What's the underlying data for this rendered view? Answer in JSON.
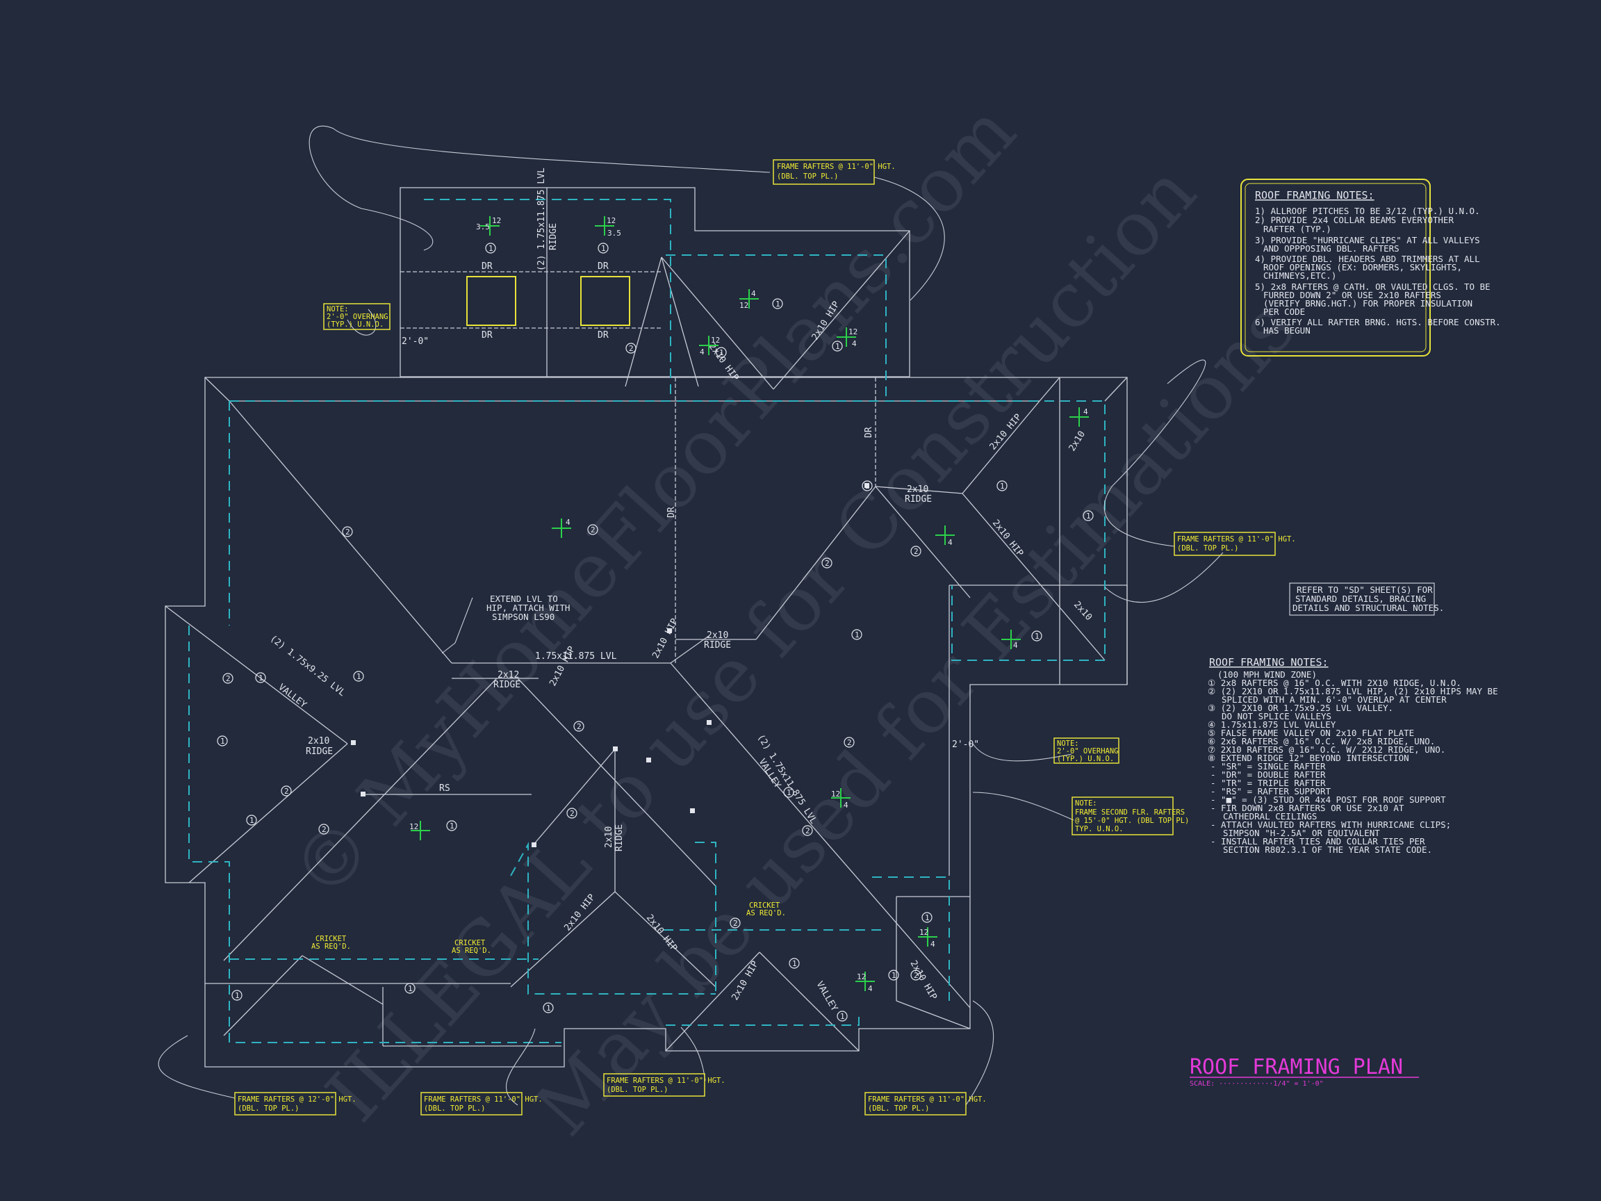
{
  "watermarks": [
    "© MyHomeFloorPlans.com",
    "ILLEGAL to use for Construction",
    "May be used for Estimations"
  ],
  "plan": {
    "title": "ROOF FRAMING PLAN",
    "scale": "SCALE: ·············1/4\" = 1'-0\""
  },
  "notes_box": {
    "title": "ROOF FRAMING NOTES:",
    "lines": [
      "1) ALLROOF PITCHES TO BE 3/12 (TYP.) U.N.O.",
      "2) PROVIDE 2x4 COLLAR BEAMS EVERYOTHER",
      "RAFTER (TYP.)",
      "3) PROVIDE \"HURRICANE CLIPS\" AT ALL VALLEYS",
      "AND OPPPOSING DBL. RAFTERS",
      "4) PROVIDE DBL. HEADERS ABD TRIMMERS AT ALL",
      "ROOF OPENINGS (EX: DORMERS, SKYLIGHTS,",
      "CHIMNEYS,ETC.)",
      "5) 2x8 RAFTERS @ CATH. OR VAULTED CLGS. TO BE",
      "FURRED DOWN 2\" OR USE 2x10 RAFTERS",
      "(VERIFY BRNG.HGT.) FOR PROPER INSULATION",
      "PER CODE",
      "6) VERIFY ALL RAFTER BRNG. HGTS. BEFORE CONSTR.",
      "HAS BEGUN"
    ]
  },
  "refer_note": [
    "REFER TO \"SD\" SHEET(S) FOR",
    "STANDARD DETAILS, BRACING",
    "DETAILS AND STRUCTURAL NOTES."
  ],
  "notes_list": {
    "title": "ROOF FRAMING NOTES:",
    "lines": [
      "(100 MPH WIND ZONE)",
      "① 2x8 RAFTERS @ 16\" O.C. WITH 2X10 RIDGE, U.N.O.",
      "② (2) 2X10 OR 1.75x11.875 LVL HIP, (2) 2x10 HIPS MAY BE",
      "SPLICED WITH A MIN. 6'-0\" OVERLAP AT CENTER",
      "③ (2) 2X10 OR 1.75x9.25 LVL VALLEY.",
      "DO NOT SPLICE VALLEYS",
      "④ 1.75x11.875 LVL VALLEY",
      "⑤ FALSE FRAME VALLEY ON 2x10 FLAT PLATE",
      "⑥ 2x6 RAFTERS @ 16\" O.C. W/ 2x8 RIDGE, UNO.",
      "⑦ 2X10 RAFTERS @ 16\" O.C. W/ 2X12 RIDGE, UNO.",
      "⑧ EXTEND RIDGE 12\" BEYOND INTERSECTION",
      "- \"SR\" = SINGLE RAFTER",
      "- \"DR\" = DOUBLE RAFTER",
      "- \"TR\" = TRIPLE RAFTER",
      "- \"RS\" = RAFTER SUPPORT",
      "- \"■\" = (3) STUD OR 4x4 POST FOR ROOF SUPPORT",
      "- FIR DOWN 2x8 RAFTERS OR USE 2x10 AT",
      "CATHEDRAL CEILINGS",
      "- ATTACH VAULTED RAFTERS WITH HURRICANE CLIPS;",
      "SIMPSON \"H-2.5A\" OR EQUIVALENT",
      "- INSTALL RAFTER TIES AND COLLAR TIES PER",
      "SECTION R802.3.1 OF THE YEAR STATE CODE."
    ]
  },
  "callouts": {
    "frame_11_top": [
      "FRAME RAFTERS @ 11'-0\" HGT.",
      "(DBL. TOP PL.)"
    ],
    "frame_11_right": [
      "FRAME RAFTERS @ 11'-0\" HGT.",
      "(DBL. TOP PL.)"
    ],
    "frame_12_bl": [
      "FRAME RAFTERS @ 12'-0\" HGT.",
      "(DBL. TOP PL.)"
    ],
    "frame_11_b2": [
      "FRAME RAFTERS @ 11'-0\" HGT.",
      "(DBL. TOP PL.)"
    ],
    "frame_11_b3": [
      "FRAME RAFTERS @ 11'-0\" HGT.",
      "(DBL. TOP PL.)"
    ],
    "frame_11_b4": [
      "FRAME RAFTERS @ 11'-0\" HGT.",
      "(DBL. TOP PL.)"
    ],
    "note_overhang_left": [
      "NOTE:",
      "2'-0\" OVERHANG",
      "(TYP.) U.N.O."
    ],
    "note_overhang_right": [
      "NOTE:",
      "2'-0\" OVERHANG",
      "(TYP.) U.N.O."
    ],
    "note_second_flr": [
      "NOTE:",
      "FRAME SECOND FLR. RAFTERS",
      "@ 15'-0\" HGT. (DBL TOP PL)",
      "TYP. U.N.O."
    ],
    "cricket_1": [
      "CRICKET",
      "AS REQ'D."
    ],
    "cricket_2": [
      "CRICKET",
      "AS REQ'D."
    ],
    "cricket_3": [
      "CRICKET",
      "AS REQ'D."
    ]
  },
  "labels": {
    "dr": "DR",
    "ridge": "RIDGE",
    "hip": "HIP",
    "valley": "VALLEY",
    "x2x10": "2x10",
    "x2x12": "2x12",
    "hip_2x10": "2x10 HIP",
    "rs": "RS",
    "lvl_beam": "1.75x11.875 LVL",
    "lvl_ridge": "(2) 1.75x11.875 LVL",
    "lvl_valley_1": "(2) 1.75x9.25 LVL",
    "lvl_valley_2": "(2) 1.75x11.875 LVL",
    "extend_lvl": [
      "EXTEND LVL TO",
      "HIP, ATTACH WITH",
      "SIMPSON LS90"
    ],
    "overhang_dim": "2'-0\"",
    "pitch_12": "12",
    "pitch_4": "4",
    "pitch_35": "3.5",
    "note1": "1",
    "note2": "2"
  },
  "colors": {
    "background": "#222a3c",
    "lines": "#c9ccd6",
    "plate": "#2fb4c2",
    "callout": "#f2ec33",
    "title": "#e43ad8",
    "pitch": "#2cd04a"
  }
}
